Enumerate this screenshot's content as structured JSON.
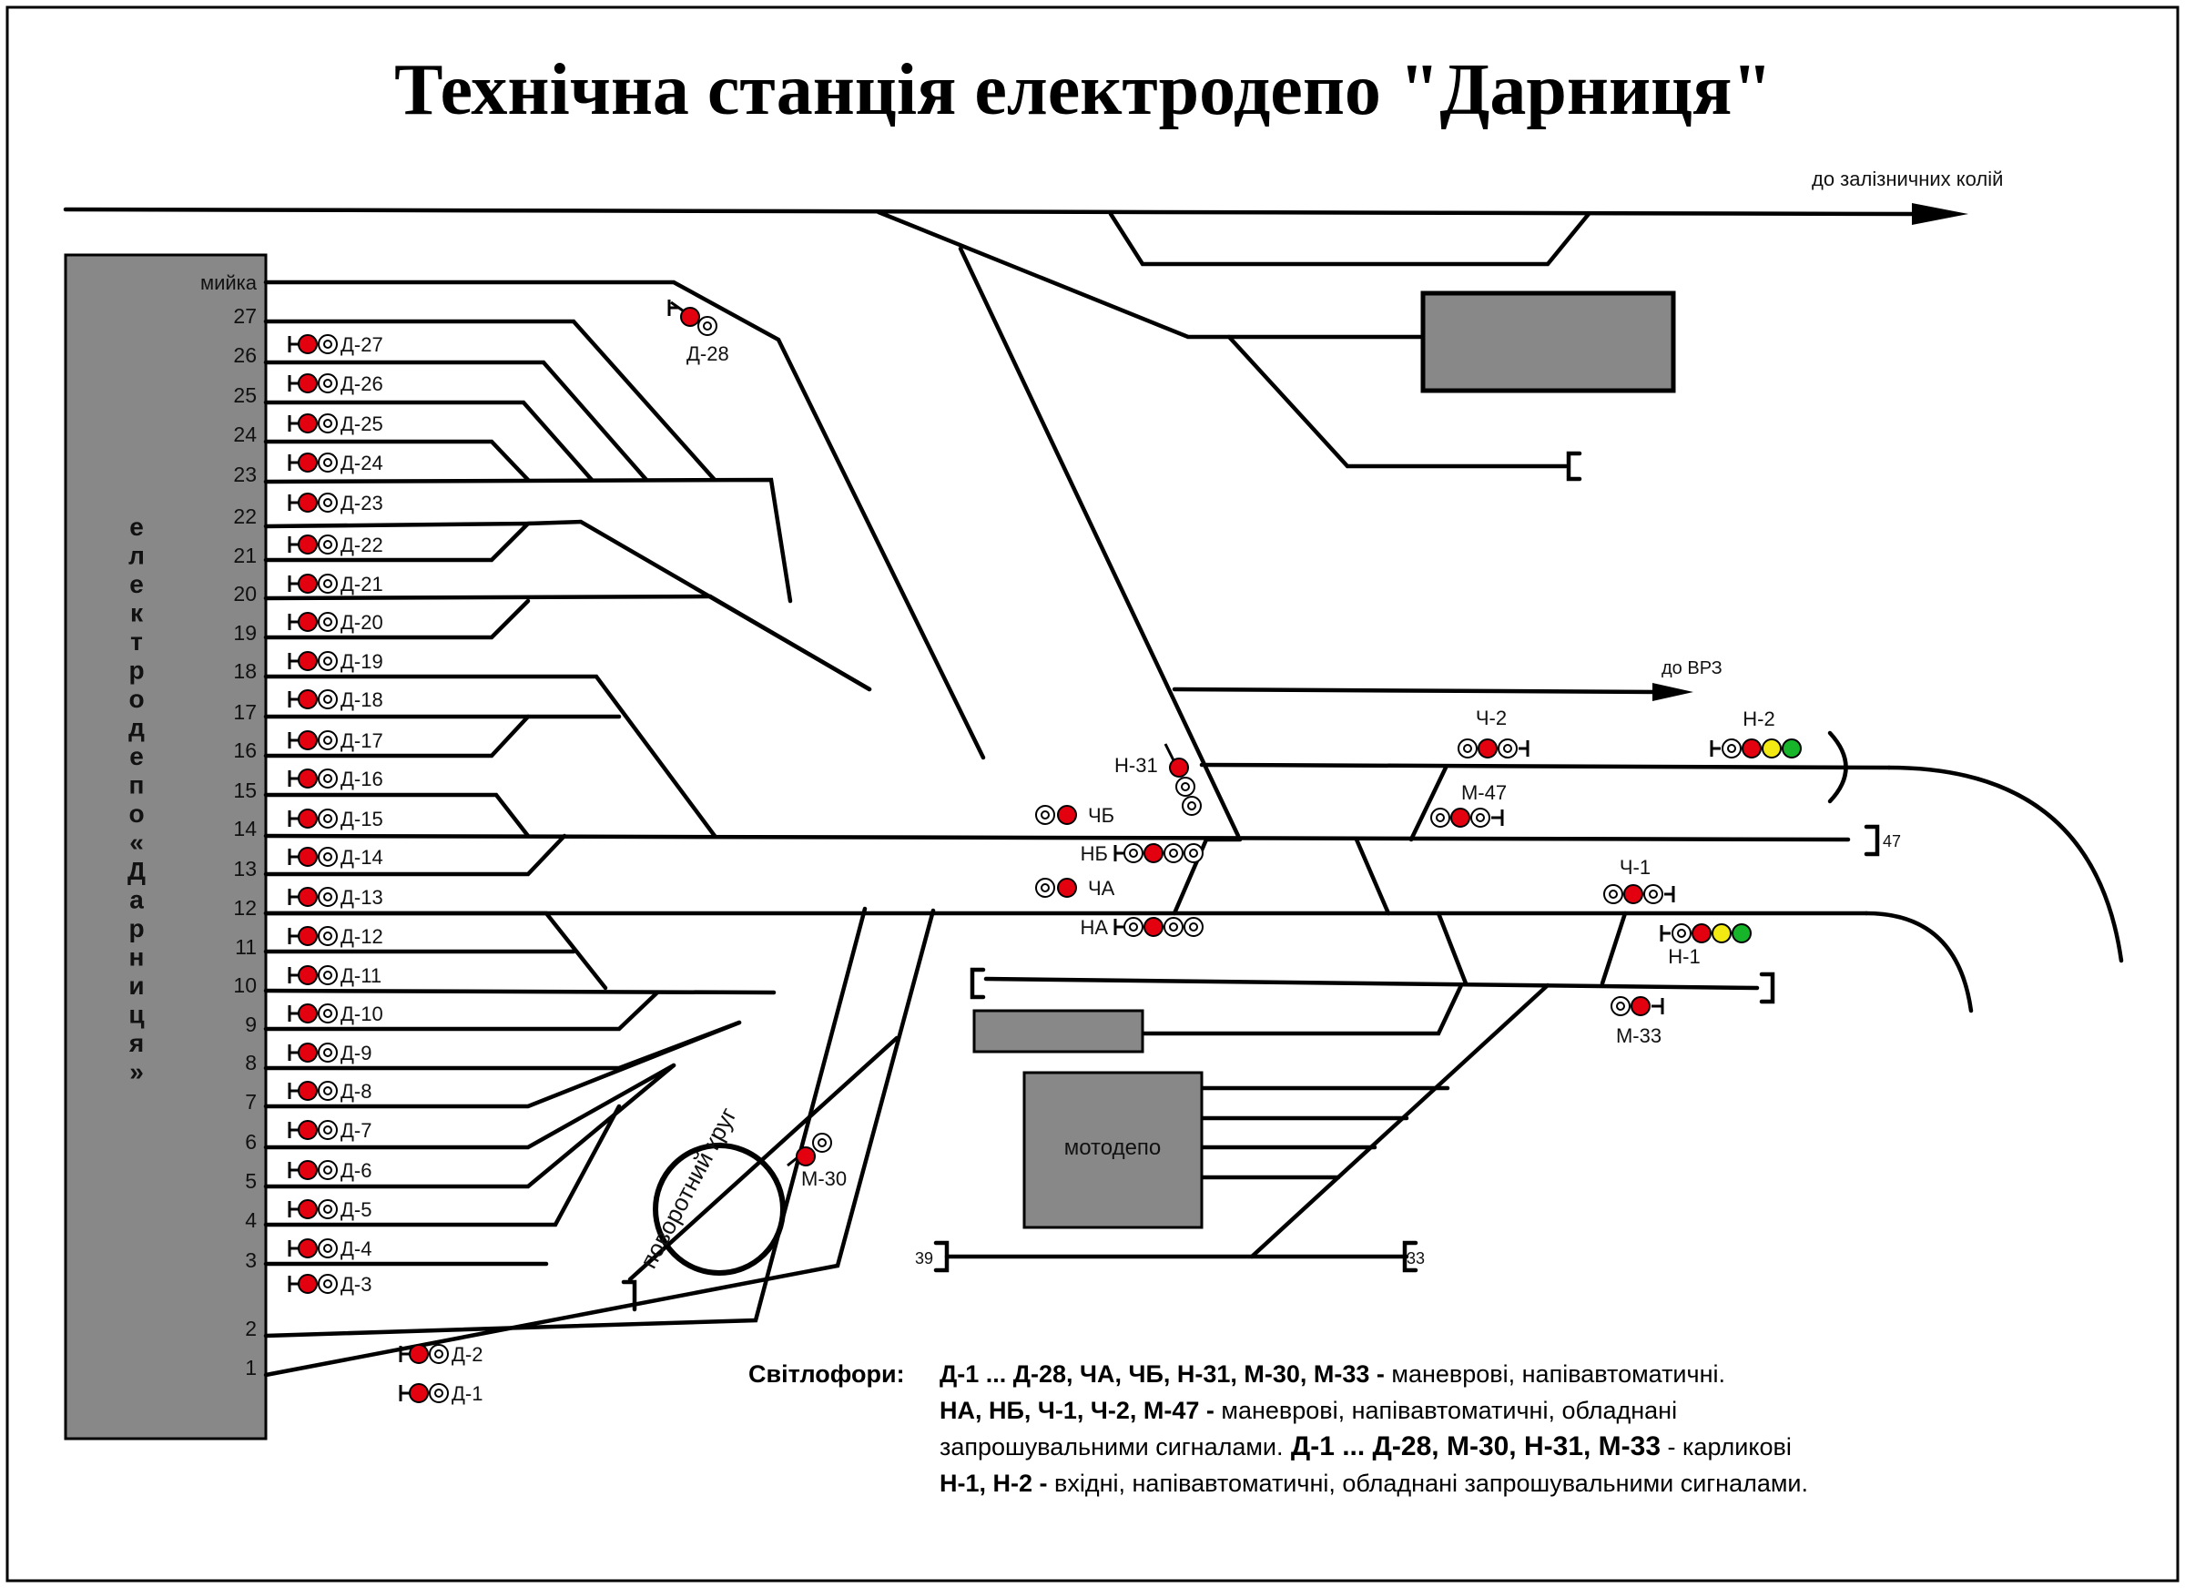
{
  "title": "Технічна станція електродепо \"Дарниця\"",
  "depot_label_letters": [
    "е",
    "л",
    "е",
    "к",
    "т",
    "р",
    "о",
    "д",
    "е",
    "п",
    "о",
    "«",
    "Д",
    "а",
    "р",
    "н",
    "и",
    "ц",
    "я",
    "»"
  ],
  "wash_label": "мийка",
  "track_numbers": [
    "27",
    "26",
    "25",
    "24",
    "23",
    "22",
    "21",
    "20",
    "19",
    "18",
    "17",
    "16",
    "15",
    "14",
    "13",
    "12",
    "11",
    "10",
    "9",
    "8",
    "7",
    "6",
    "5",
    "4",
    "3",
    "2",
    "1"
  ],
  "signals_d": [
    "Д-27",
    "Д-26",
    "Д-25",
    "Д-24",
    "Д-23",
    "Д-22",
    "Д-21",
    "Д-20",
    "Д-19",
    "Д-18",
    "Д-17",
    "Д-16",
    "Д-15",
    "Д-14",
    "Д-13",
    "Д-12",
    "Д-11",
    "Д-10",
    "Д-9",
    "Д-8",
    "Д-7",
    "Д-6",
    "Д-5",
    "Д-4",
    "Д-3",
    "Д-2",
    "Д-1"
  ],
  "signal_d28": "Д-28",
  "labels": {
    "to_rail": "до залізничних колій",
    "to_vrz": "до ВРЗ",
    "motodepot": "мотодепо",
    "turntable": "поворотний круг",
    "n31": "Н-31",
    "chb": "ЧБ",
    "nb": "НБ",
    "cha": "ЧА",
    "na": "НА",
    "ch2": "Ч-2",
    "n2": "Н-2",
    "m47": "М-47",
    "ch1": "Ч-1",
    "n1": "Н-1",
    "m33": "М-33",
    "m30": "М-30",
    "stop47": "47",
    "stop39": "39",
    "stop33": "33"
  },
  "legend": {
    "heading": "Світлофори:",
    "line1_bold": "Д-1 ... Д-28, ЧА, ЧБ, Н-31, М-30, М-33 -",
    "line1_rest": " маневрові, напівавтоматичні.",
    "line2_bold": "НА, НБ, Ч-1, Ч-2, М-47 -",
    "line2_rest": " маневрові, напівавтоматичні, обладнані",
    "line3_rest": "запрошувальними сигналами.",
    "line3_bold": " Д-1 ... Д-28, М-30, Н-31, М-33",
    "line3_tail": " - карликові",
    "line4_bold": "Н-1, Н-2 -",
    "line4_rest": " вхідні, напівавтоматичні, обладнані запрошувальними сигналами."
  },
  "colors": {
    "red": "#e3000f",
    "yellow": "#f2ea12",
    "green": "#16b52a",
    "depot_gray": "#888888"
  }
}
